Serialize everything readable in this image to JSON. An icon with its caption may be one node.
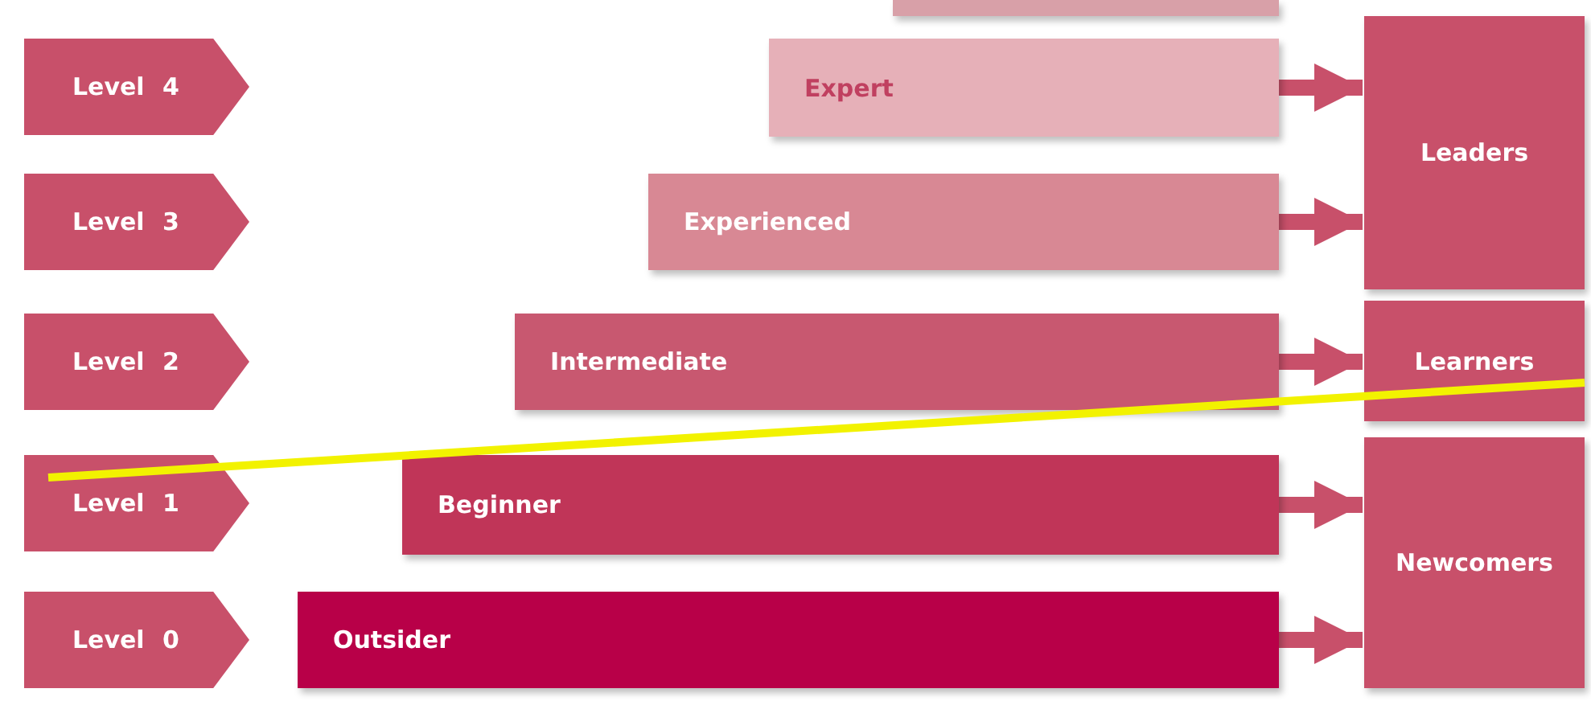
{
  "diagram": {
    "nodes": [
      {
        "text": [],
        "shape": "bar"
      },
      {
        "text": [
          "Level 4"
        ]
      },
      {
        "text": [
          "Expert"
        ]
      },
      {
        "text": [
          "Leaders"
        ]
      },
      {
        "text": [
          "Level 3"
        ]
      },
      {
        "text": [
          "Experienced"
        ]
      },
      {
        "text": [
          "Level 2"
        ]
      },
      {
        "text": [
          "Intermediate"
        ]
      },
      {
        "text": [
          "Learners"
        ]
      },
      {
        "text": [
          "Level 1"
        ]
      },
      {
        "text": [
          "Beginner"
        ]
      },
      {
        "text": [
          "Newcomers"
        ]
      },
      {
        "text": [
          "Level 0"
        ]
      },
      {
        "text": [
          "Outsider"
        ]
      }
    ],
    "edges": [
      {
        "from": 2,
        "to": 3,
        "arrow": "to"
      },
      {
        "from": 5,
        "to": 3,
        "arrow": "to"
      },
      {
        "from": 7,
        "to": 8,
        "arrow": "to"
      },
      {
        "from": 10,
        "to": 11,
        "arrow": "to"
      },
      {
        "from": 13,
        "to": 11,
        "arrow": "to"
      }
    ]
  }
}
